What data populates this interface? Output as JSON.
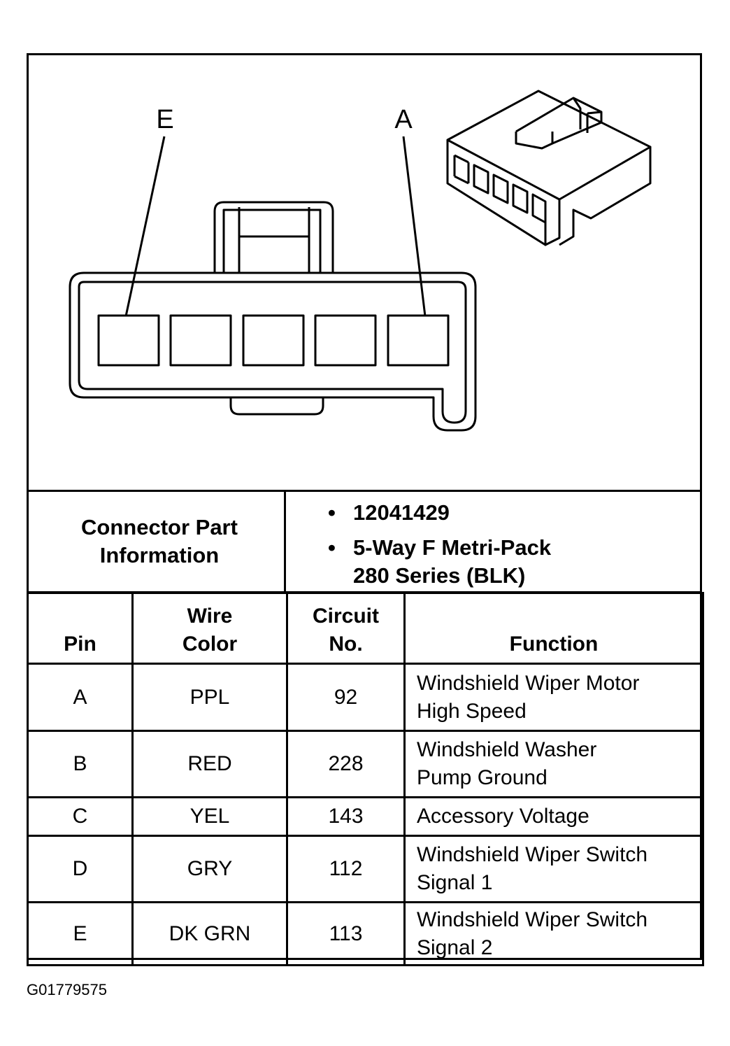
{
  "diagram": {
    "pin_label_left": "E",
    "pin_label_right": "A"
  },
  "connector_info": {
    "label_line1": "Connector Part",
    "label_line2": "Information",
    "bullet": "•",
    "part_number": "12041429",
    "description_line1": "5-Way F Metri-Pack",
    "description_line2": "280 Series (BLK)"
  },
  "table": {
    "headers": {
      "pin": "Pin",
      "wire_line1": "Wire",
      "wire_line2": "Color",
      "circuit_line1": "Circuit",
      "circuit_line2": "No.",
      "function": "Function"
    },
    "rows": [
      {
        "pin": "A",
        "color": "PPL",
        "circuit": "92",
        "function_line1": "Windshield Wiper Motor",
        "function_line2": "High Speed"
      },
      {
        "pin": "B",
        "color": "RED",
        "circuit": "228",
        "function_line1": "Windshield Washer",
        "function_line2": "Pump Ground"
      },
      {
        "pin": "C",
        "color": "YEL",
        "circuit": "143",
        "function_line1": "Accessory Voltage",
        "function_line2": ""
      },
      {
        "pin": "D",
        "color": "GRY",
        "circuit": "112",
        "function_line1": "Windshield Wiper Switch",
        "function_line2": "Signal 1"
      },
      {
        "pin": "E",
        "color": "DK GRN",
        "circuit": "113",
        "function_line1": "Windshield Wiper Switch",
        "function_line2": "Signal 2"
      }
    ]
  },
  "footer": {
    "figure_id": "G01779575"
  }
}
